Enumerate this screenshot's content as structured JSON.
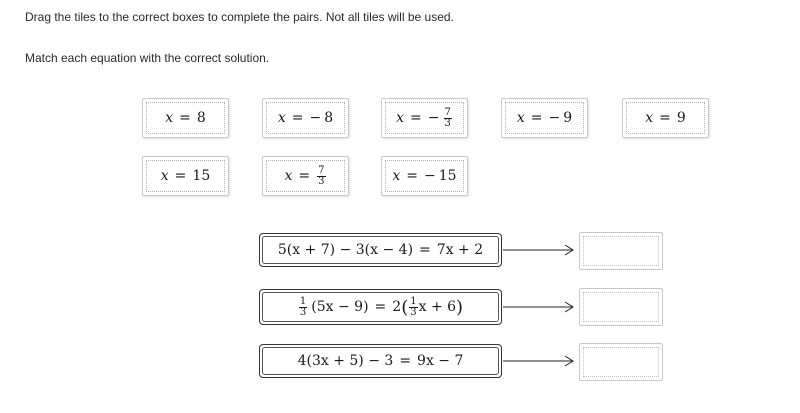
{
  "instructions": {
    "line1": "Drag the tiles to the correct boxes to complete the pairs. Not all tiles will be used.",
    "line2": "Match each equation with the correct solution."
  },
  "tiles": [
    {
      "var": "x",
      "op": "=",
      "sign": "",
      "value": "8"
    },
    {
      "var": "x",
      "op": "=",
      "sign": "−",
      "value": "8"
    },
    {
      "var": "x",
      "op": "=",
      "sign": "−",
      "num": "7",
      "den": "3"
    },
    {
      "var": "x",
      "op": "=",
      "sign": "−",
      "value": "9"
    },
    {
      "var": "x",
      "op": "=",
      "sign": "",
      "value": "9"
    },
    {
      "var": "x",
      "op": "=",
      "sign": "",
      "value": "15"
    },
    {
      "var": "x",
      "op": "=",
      "sign": "",
      "num": "7",
      "den": "3"
    },
    {
      "var": "x",
      "op": "=",
      "sign": "−",
      "value": "15"
    }
  ],
  "equations": [
    {
      "lhs": "5(x + 7) − 3(x − 4)",
      "rhs": "7x + 2"
    },
    {
      "lhs_frac_num": "1",
      "lhs_frac_den": "3",
      "lhs": "(5x − 9)",
      "rhs_a": "2",
      "rhs_frac_num": "1",
      "rhs_frac_den": "3",
      "rhs_b": "x + 6"
    },
    {
      "lhs": "4(3x + 5) − 3",
      "rhs": "9x − 7"
    }
  ]
}
